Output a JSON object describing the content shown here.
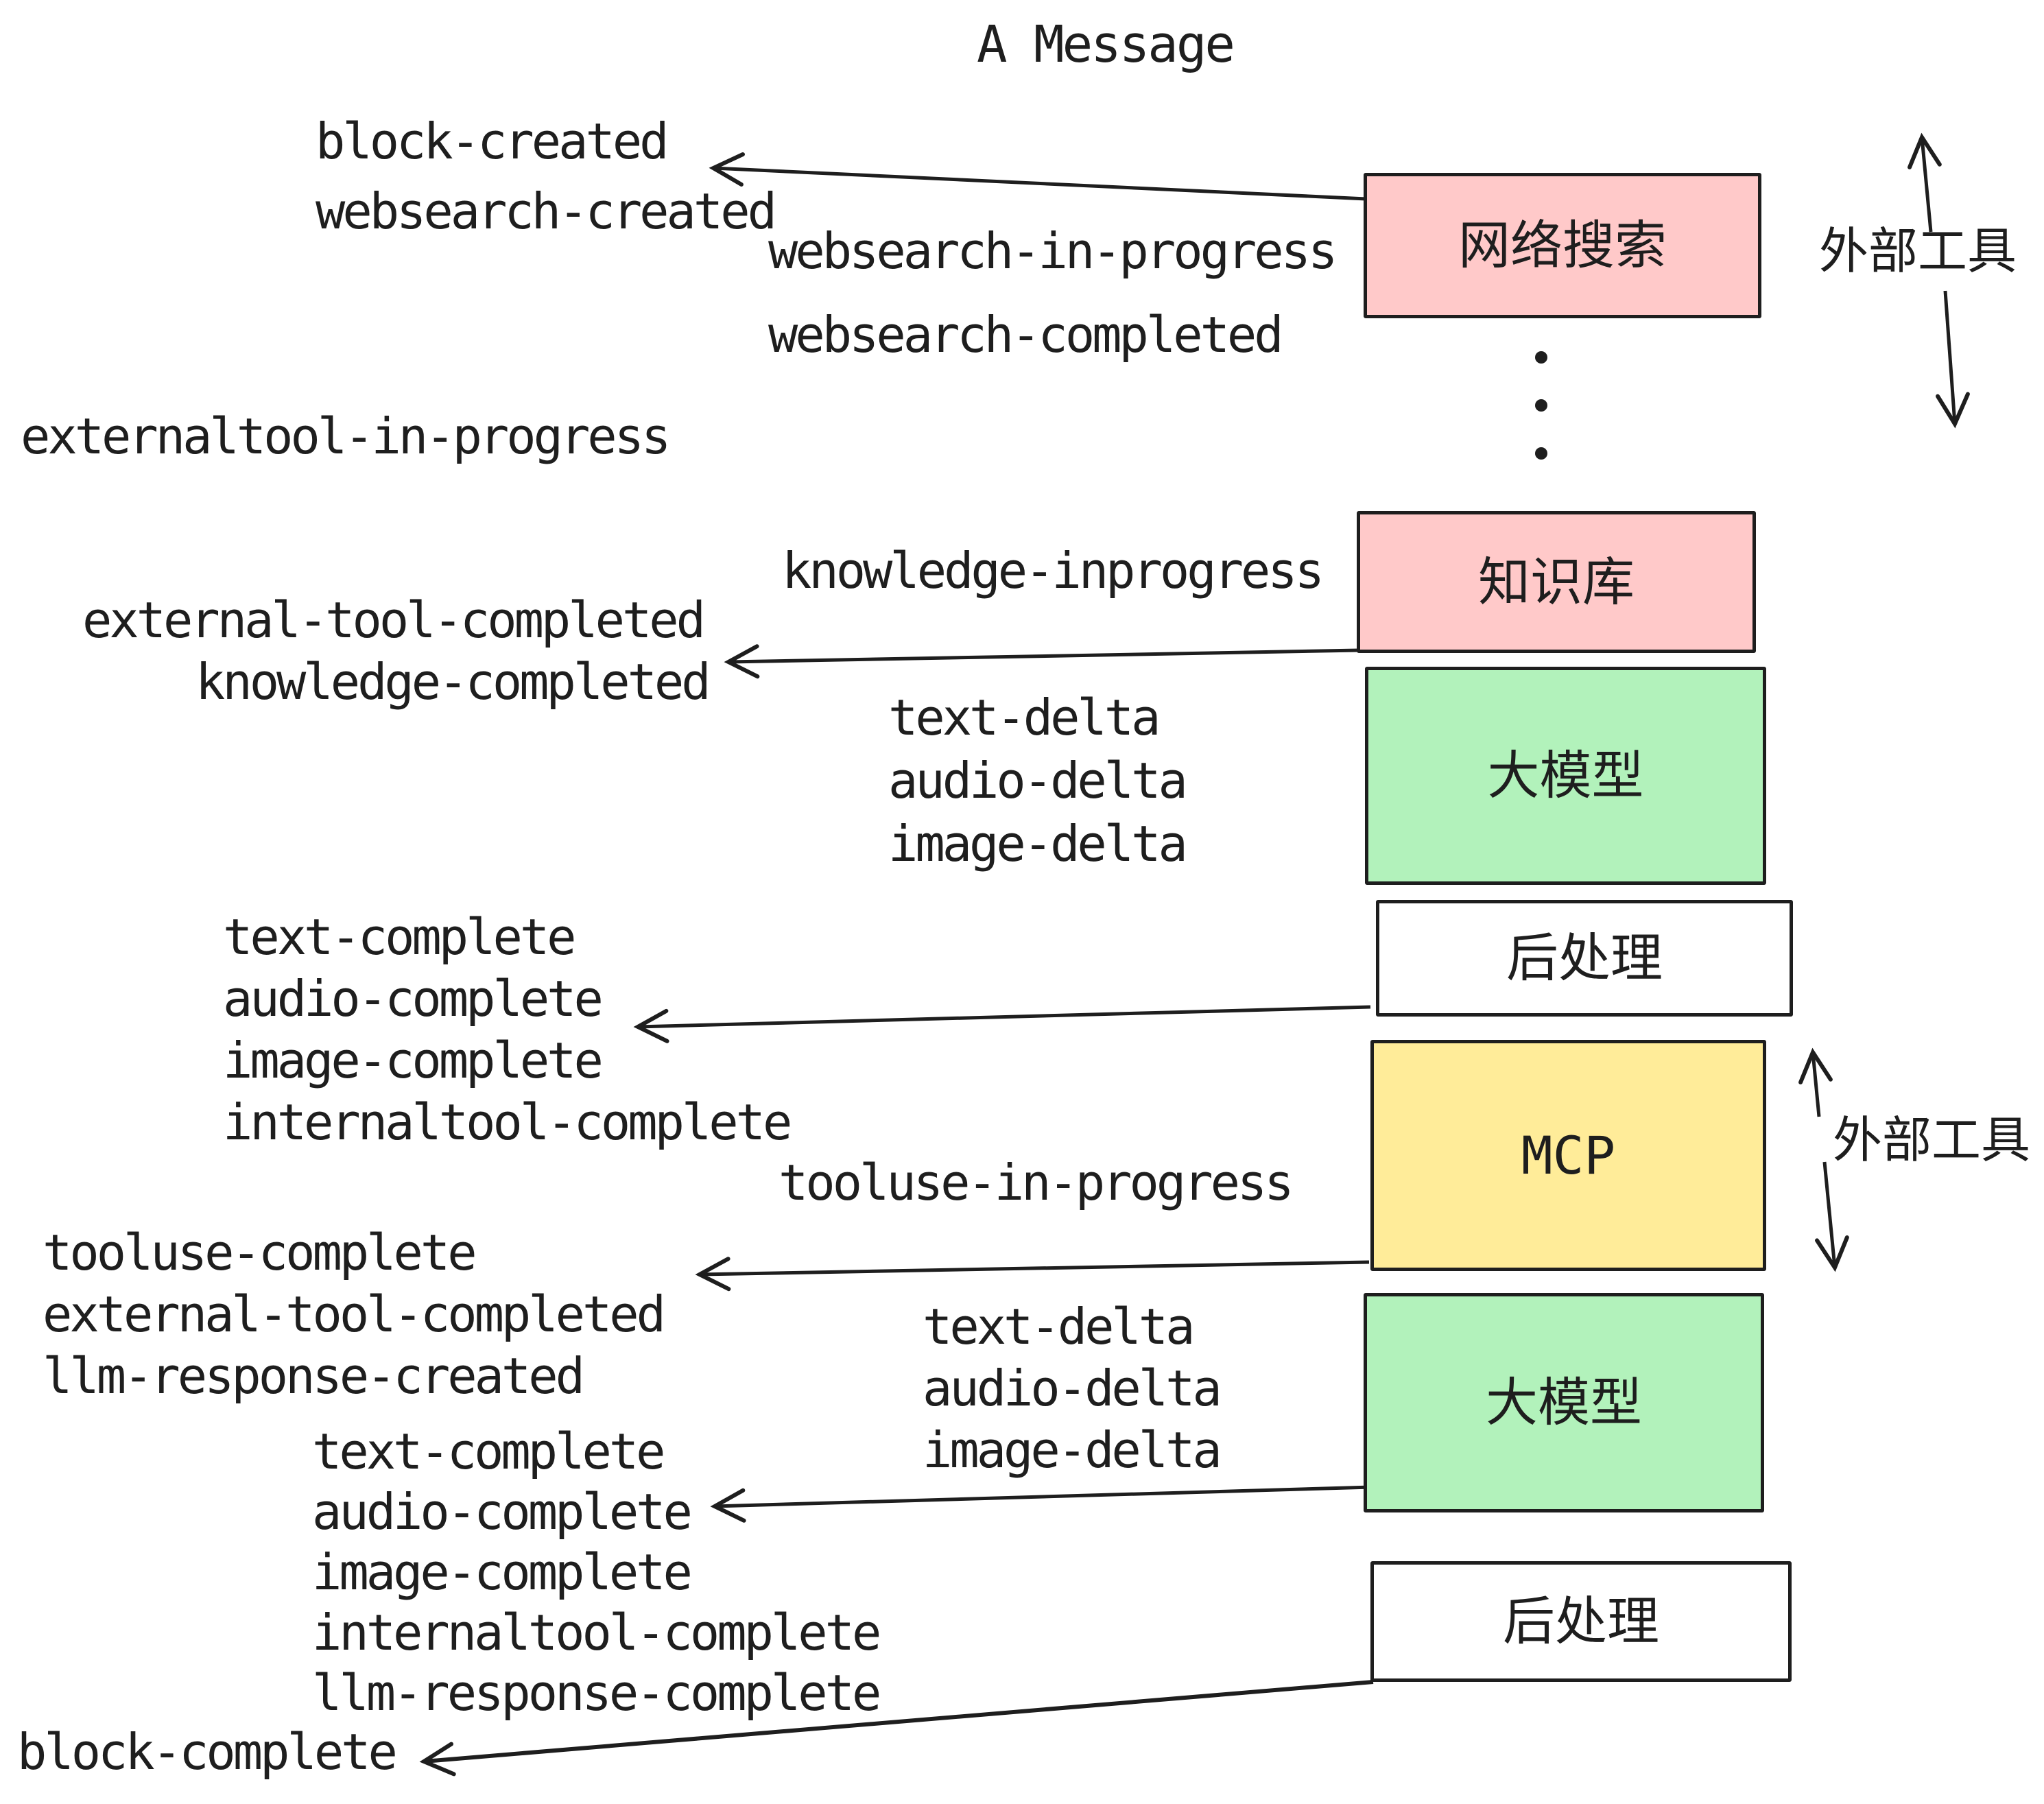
{
  "colors": {
    "stroke": "#1e1e1e",
    "pink": "#ffc9c9",
    "green": "#b2f2bb",
    "yellow": "#ffec99",
    "white": "#ffffff"
  },
  "diagram": {
    "title": "A Message",
    "boxes": {
      "websearch": "网络搜索",
      "knowledge": "知识库",
      "llm": "大模型",
      "postprocess": "后处理",
      "mcp": "MCP"
    },
    "side_label": "外部工具",
    "events": {
      "block_created": "block-created",
      "websearch_created": "websearch-created",
      "websearch_in_progress": "websearch-in-progress",
      "websearch_completed": "websearch-completed",
      "externaltool_in_progress": "externaltool-in-progress",
      "knowledge_inprogress": "knowledge-inprogress",
      "external_tool_completed": "external-tool-completed",
      "knowledge_completed": "knowledge-completed",
      "text_delta": "text-delta",
      "audio_delta": "audio-delta",
      "image_delta": "image-delta",
      "text_complete": "text-complete",
      "audio_complete": "audio-complete",
      "image_complete": "image-complete",
      "internaltool_complete": "internaltool-complete",
      "tooluse_in_progress": "tooluse-in-progress",
      "tooluse_complete": "tooluse-complete",
      "llm_response_created": "llm-response-created",
      "llm_response_complete": "llm-response-complete",
      "block_complete": "block-complete"
    }
  }
}
